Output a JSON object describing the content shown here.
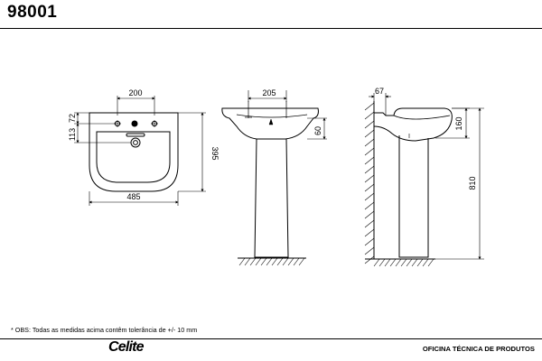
{
  "header": {
    "model_code": "98001"
  },
  "front_view": {
    "dim_tap_spacing": "200",
    "dim_basin_width": "485",
    "dim_basin_depth": "395",
    "dim_tap_offset": "72",
    "dim_overflow_offset": "113"
  },
  "side_view": {
    "dim_offset": "205",
    "dim_height": "60"
  },
  "wall_view": {
    "dim_wall_offset": "67",
    "dim_rim_height": "160",
    "dim_total_height": "810"
  },
  "footer": {
    "note": "* OBS: Todas as medidas acima contêm tolerância de +/- 10 mm",
    "brand": "Celite",
    "department": "OFICINA TÉCNICA DE PRODUTOS"
  }
}
